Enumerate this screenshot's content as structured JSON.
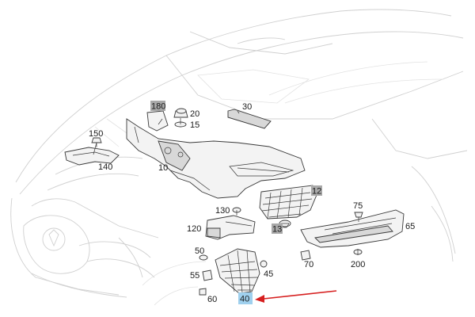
{
  "diagram": {
    "part_numbers": {
      "p10": "10",
      "p12": "12",
      "p13": "13",
      "p15": "15",
      "p20": "20",
      "p30": "30",
      "p40": "40",
      "p45": "45",
      "p50": "50",
      "p55": "55",
      "p60": "60",
      "p65": "65",
      "p70": "70",
      "p75": "75",
      "p120": "120",
      "p130": "130",
      "p140": "140",
      "p150": "150",
      "p180": "180",
      "p200": "200"
    },
    "highlighted_part": "40",
    "colors": {
      "tag_gray": "#a9a9a9",
      "tag_highlight": "#9fd0ee",
      "arrow": "#d61f1f",
      "car_outline": "#d0d0d0",
      "part_stroke": "#3a3a3a"
    }
  }
}
